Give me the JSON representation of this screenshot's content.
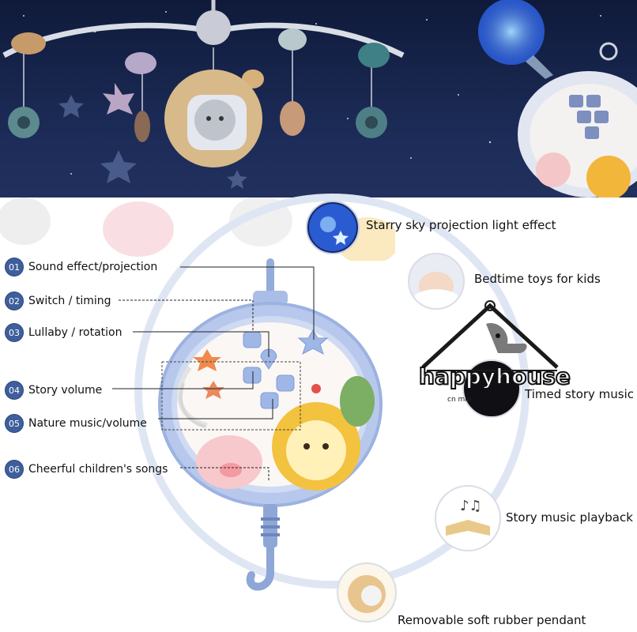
{
  "callouts": [
    {
      "num": "01",
      "label": "Sound effect/projection"
    },
    {
      "num": "02",
      "label": "Switch / timing"
    },
    {
      "num": "03",
      "label": "Lullaby / rotation"
    },
    {
      "num": "04",
      "label": "Story volume"
    },
    {
      "num": "05",
      "label": "Nature music/volume"
    },
    {
      "num": "06",
      "label": "Cheerful children's songs"
    }
  ],
  "features": {
    "starry": "Starry sky projection light effect",
    "bedtime": "Bedtime toys for kids",
    "timed": "Timed story music",
    "story": "Story music playback",
    "pendant": "Removable soft rubber pendant"
  },
  "watermark": {
    "brand": "happyhouse",
    "sub": "cn mip"
  },
  "colors": {
    "night_sky": "#1b2a55",
    "device_blue": "#a9bde6",
    "accent_number": "#3f5f9c"
  }
}
